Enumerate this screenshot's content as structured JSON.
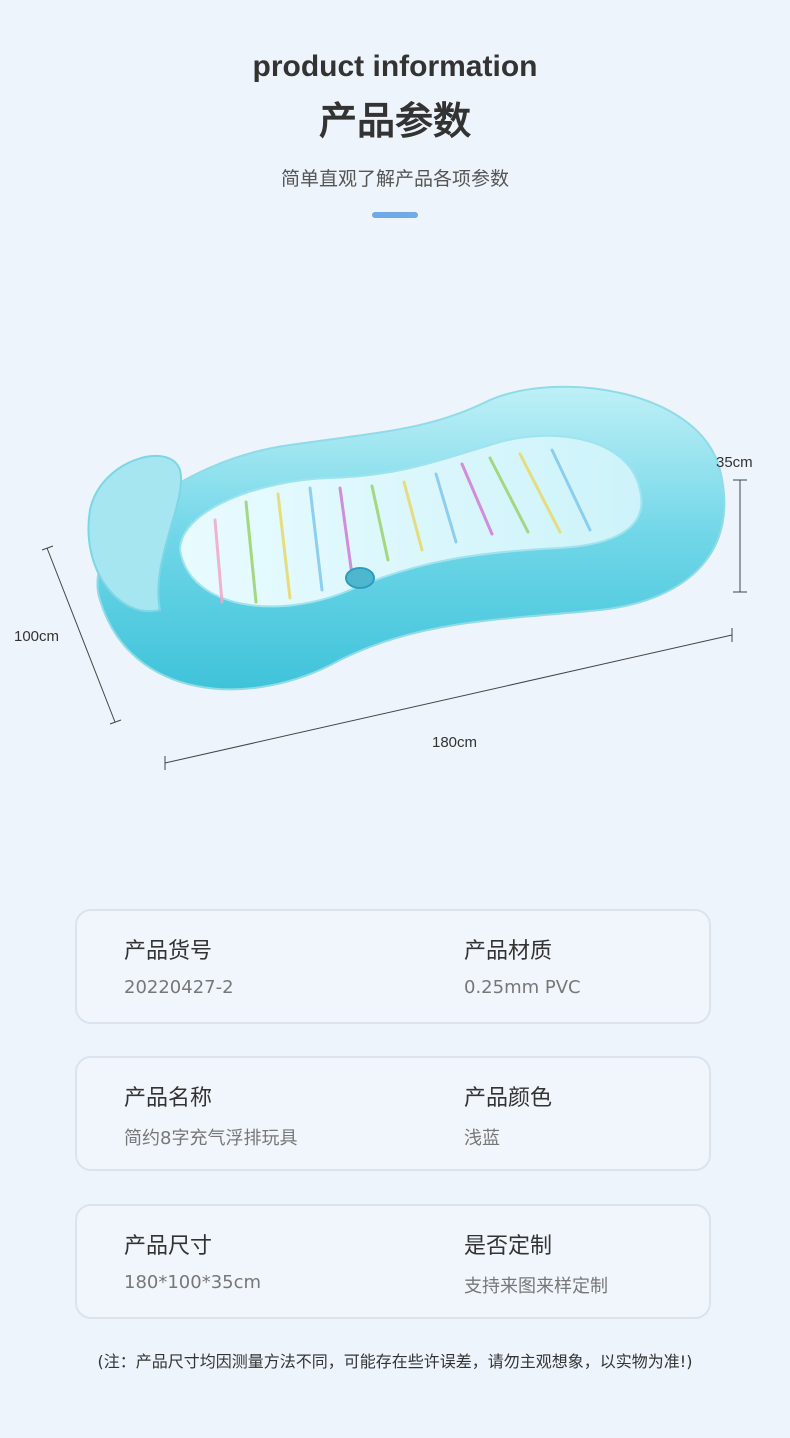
{
  "header": {
    "title_en": "product information",
    "title_cn": "产品参数",
    "subtitle": "简单直观了解产品各项参数"
  },
  "dimensions": {
    "height": "35cm",
    "width": "100cm",
    "length": "180cm"
  },
  "specs": [
    {
      "left": {
        "label": "产品货号",
        "value": "20220427-2"
      },
      "right": {
        "label": "产品材质",
        "value": "0.25mm PVC"
      }
    },
    {
      "left": {
        "label": "产品名称",
        "value": "简约8字充气浮排玩具"
      },
      "right": {
        "label": "产品颜色",
        "value": "浅蓝"
      }
    },
    {
      "left": {
        "label": "产品尺寸",
        "value": "180*100*35cm"
      },
      "right": {
        "label": "是否定制",
        "value": "支持来图来样定制"
      }
    }
  ],
  "note": "(注：产品尺寸均因测量方法不同，可能存在些许误差，请勿主观想象，以实物为准!)",
  "colors": {
    "background": "#eef4fb",
    "accent": "#6fa9ea",
    "float_blue": "#5ccde0"
  }
}
